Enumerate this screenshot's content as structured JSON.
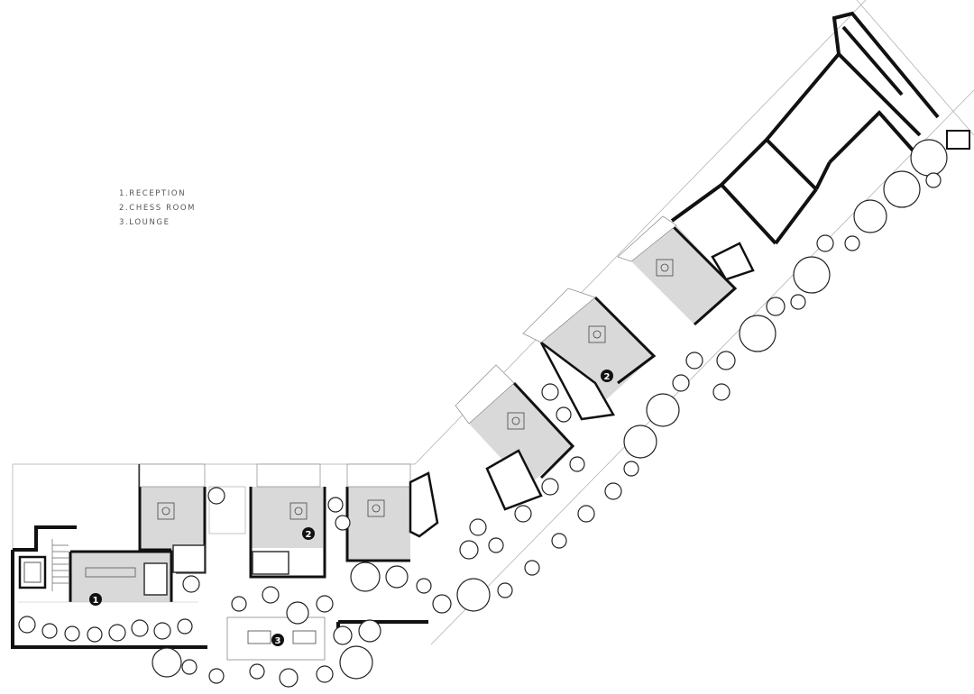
{
  "legend": {
    "items": [
      "1.RECEPTION",
      "2.CHESS ROOM",
      "3.LOUNGE"
    ]
  },
  "markers": [
    "1",
    "2",
    "2",
    "3"
  ],
  "colors": {
    "wall": "#111111",
    "room_fill": "#d9d9d9",
    "line": "#222222",
    "background": "#ffffff"
  }
}
